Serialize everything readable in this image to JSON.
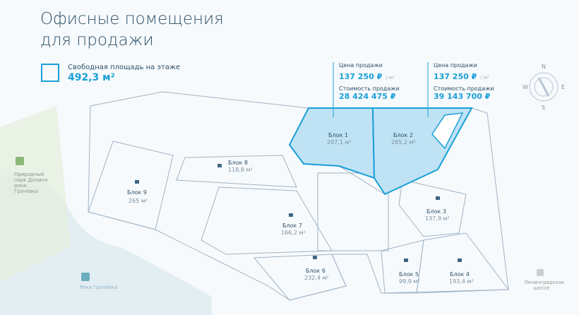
{
  "title": [
    "Офисные помещения",
    "для продажи"
  ],
  "free_area": {
    "label": "Свободная площадь на этаже",
    "value": "492,3 м²"
  },
  "offers": [
    {
      "price_label": "Цена продажи",
      "price": "137 250 ₽",
      "unit": "/ м²",
      "cost_label": "Стоимость продажи",
      "cost": "28 424 475 ₽"
    },
    {
      "price_label": "Цена продажи",
      "price": "137 250 ₽",
      "unit": "/ м²",
      "cost_label": "Стоимость продажи",
      "cost": "39 143 700 ₽"
    }
  ],
  "blocks": [
    {
      "name": "Блок 1",
      "area": "207,1 м²",
      "status": "available"
    },
    {
      "name": "Блок 2",
      "area": "285,2 м²",
      "status": "available"
    },
    {
      "name": "Блок 3",
      "area": "137,9 м²",
      "status": "locked"
    },
    {
      "name": "Блок 4",
      "area": "193,4 м²",
      "status": "locked"
    },
    {
      "name": "Блок 5",
      "area": "99,9 м²",
      "status": "locked"
    },
    {
      "name": "Блок 6",
      "area": "232,4 м²",
      "status": "locked"
    },
    {
      "name": "Блок 7",
      "area": "166,2 м²",
      "status": "locked"
    },
    {
      "name": "Блок 8",
      "area": "118,8 м²",
      "status": "locked"
    },
    {
      "name": "Блок 9",
      "area": "265 м²",
      "status": "locked"
    }
  ],
  "landmarks": {
    "park": "Природный парк Долина реки Грачёвка",
    "river": "Река Грачёвка",
    "highway": "Ленинградское шоссе"
  },
  "compass": {
    "n": "N",
    "s": "S",
    "e": "E",
    "w": "W"
  },
  "colors": {
    "accent": "#1a9fd8",
    "available_fill": "#bfe3f4",
    "text": "#2b4f68"
  }
}
